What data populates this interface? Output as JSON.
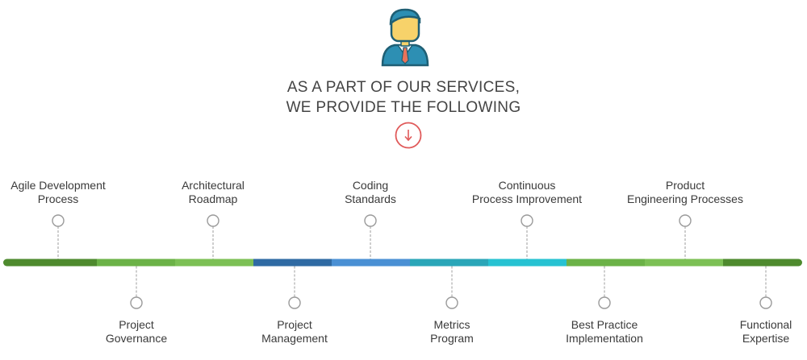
{
  "heading": {
    "line1": "AS A PART OF OUR SERVICES,",
    "line2": "WE PROVIDE THE FOLLOWING"
  },
  "colors": {
    "accent": "#e05a5a",
    "connector": "#9e9e9e",
    "segments": [
      "#4e8a2e",
      "#6bb247",
      "#7cc055",
      "#2f6aa3",
      "#4a90d4",
      "#2aa6b8",
      "#26c2d2",
      "#6bb247",
      "#7cc055",
      "#4e8a2e"
    ]
  },
  "icons": {
    "avatar": "user-icon",
    "arrow": "arrow-down-icon"
  },
  "items": [
    {
      "name": "agile-development-process",
      "lines": [
        "Agile Development",
        "Process"
      ],
      "pos": "top"
    },
    {
      "name": "project-governance",
      "lines": [
        "Project",
        "Governance"
      ],
      "pos": "bottom"
    },
    {
      "name": "architectural-roadmap",
      "lines": [
        "Architectural",
        "Roadmap"
      ],
      "pos": "top"
    },
    {
      "name": "project-management",
      "lines": [
        "Project",
        "Management"
      ],
      "pos": "bottom"
    },
    {
      "name": "coding-standards",
      "lines": [
        "Coding",
        "Standards"
      ],
      "pos": "top"
    },
    {
      "name": "metrics-program",
      "lines": [
        "Metrics",
        "Program"
      ],
      "pos": "bottom"
    },
    {
      "name": "continuous-process-improvement",
      "lines": [
        "Continuous",
        "Process Improvement"
      ],
      "pos": "top"
    },
    {
      "name": "best-practice-implementation",
      "lines": [
        "Best Practice",
        "Implementation"
      ],
      "pos": "bottom"
    },
    {
      "name": "product-engineering-processes",
      "lines": [
        "Product",
        "Engineering Processes"
      ],
      "pos": "top"
    },
    {
      "name": "functional-expertise",
      "lines": [
        "Functional",
        "Expertise"
      ],
      "pos": "bottom"
    }
  ]
}
